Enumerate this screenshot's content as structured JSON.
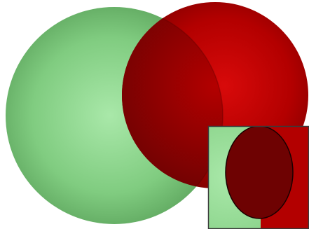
{
  "colors": {
    "background": "#ffffff",
    "green_light": "#a9e8a9",
    "green_mid": "#80cc80",
    "green_dark": "#5ea65e",
    "red_light": "#d80a0a",
    "red_mid": "#b30000",
    "red_dark": "#7a0000",
    "overlap_dark": "#6e0202",
    "inset_border": "#3a3a3a"
  },
  "icons": {
    "green_circle": "green-circle-shape",
    "red_circle": "red-circle-shape",
    "inset": "zoom-inset-panel"
  }
}
